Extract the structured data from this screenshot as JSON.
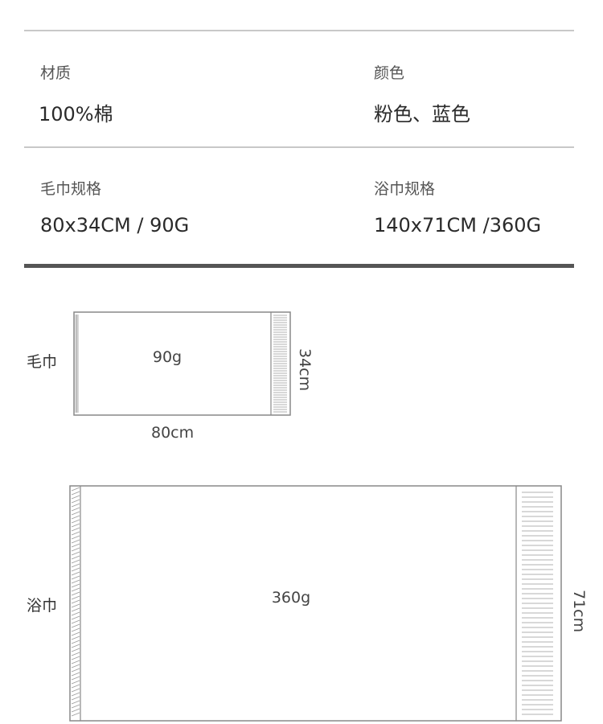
{
  "specs": {
    "material_label": "材质",
    "material_value": "100%棉",
    "color_label": "颜色",
    "color_value": "粉色、蓝色",
    "face_towel_spec_label": "毛巾规格",
    "face_towel_spec_value": "80x34CM / 90G",
    "bath_towel_spec_label": "浴巾规格",
    "bath_towel_spec_value": "140x71CM /360G"
  },
  "diagrams": {
    "face_towel": {
      "name": "毛巾",
      "weight": "90g",
      "width": "80cm",
      "height": "34cm"
    },
    "bath_towel": {
      "name": "浴巾",
      "weight": "360g",
      "height": "71cm"
    }
  },
  "colors": {
    "divider": "#c8c8c8",
    "thick_divider": "#555555",
    "outline": "#777777"
  }
}
